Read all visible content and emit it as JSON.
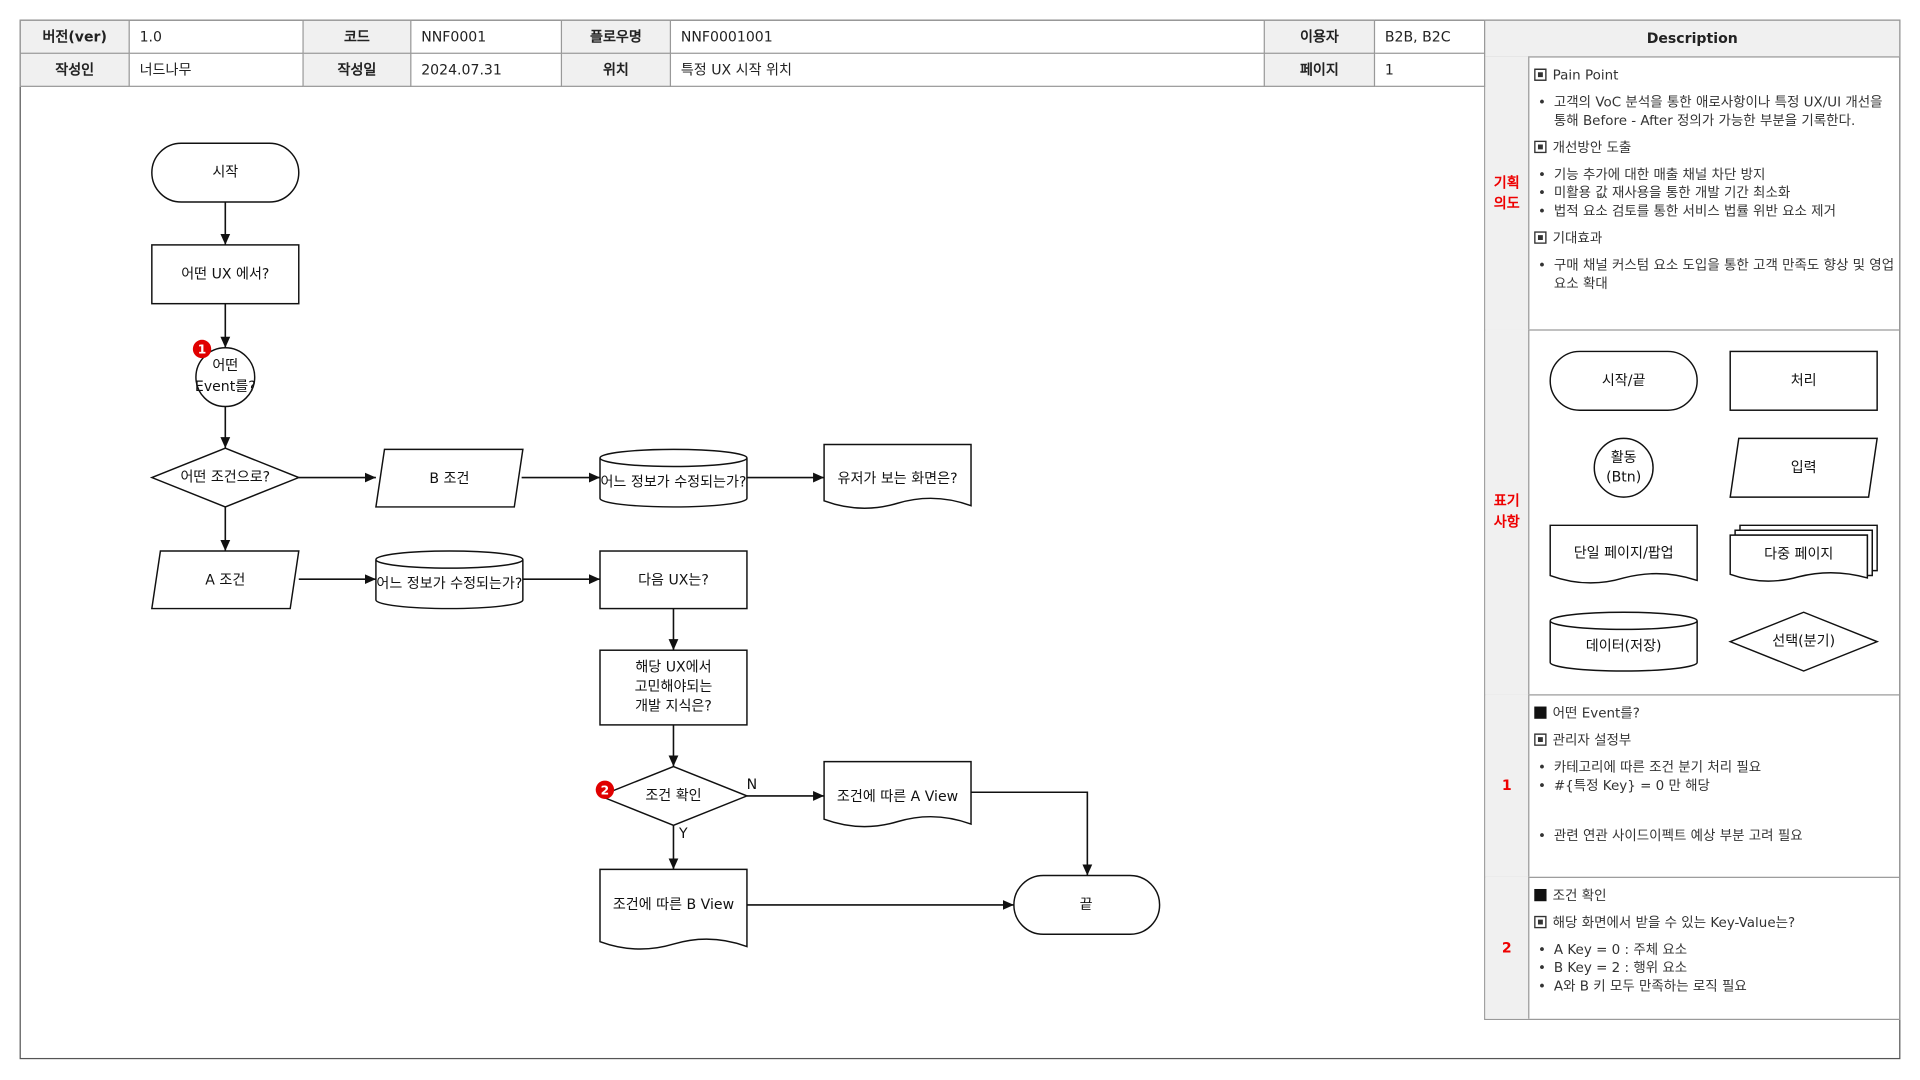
{
  "header": {
    "row1": [
      {
        "k": "버전(ver)",
        "v": "1.0"
      },
      {
        "k": "코드",
        "v": "NNF0001"
      },
      {
        "k": "플로우명",
        "v": "NNF0001001"
      },
      {
        "k": "이용자",
        "v": "B2B, B2C"
      }
    ],
    "row2": [
      {
        "k": "작성인",
        "v": "너드나무"
      },
      {
        "k": "작성일",
        "v": "2024.07.31"
      },
      {
        "k": "위치",
        "v": "특정 UX 시작 위치"
      },
      {
        "k": "페이지",
        "v": "1"
      }
    ]
  },
  "description": {
    "title": "Description",
    "intent": {
      "label1": "기획",
      "label2": "의도",
      "pain": "Pain Point",
      "pain_items": [
        "고객의 VoC 분석을 통한 애로사항이나 특정 UX/UI 개선을 통해 Before - After 정의가 가능한 부분을 기록한다."
      ],
      "improve": "개선방안 도출",
      "improve_items": [
        "기능 추가에 대한 매출 채널 차단 방지",
        "미활용 값 재사용을 통한 개발 기간 최소화",
        "법적 요소 검토를 통한 서비스 법률 위반 요소 제거"
      ],
      "effect": "기대효과",
      "effect_items": [
        "구매 채널 커스텀 요소 도입을 통한 고객 만족도 향상 및 영업 요소 확대"
      ]
    },
    "legend": {
      "label1": "표기",
      "label2": "사항",
      "start_end": "시작/끝",
      "process": "처리",
      "activity1": "활동",
      "activity2": "(Btn)",
      "input": "입력",
      "single_page": "단일 페이지/팝업",
      "multi_page": "다중 페이지",
      "data": "데이터(저장)",
      "choice": "선택(분기)"
    },
    "note1": {
      "label": "1",
      "title": "어떤 Event를?",
      "sub": "관리자 설정부",
      "items": [
        "카테고리에 따른 조건 분기 처리 필요",
        "#{특정 Key} = 0 만 해당"
      ],
      "extra": "관련 연관 사이드이펙트 예상 부분 고려 필요"
    },
    "note2": {
      "label": "2",
      "title": "조건 확인",
      "sub": "해당 화면에서 받을 수 있는 Key-Value는?",
      "items": [
        "A Key = 0 : 주체 요소",
        "B Key = 2 : 행위 요소",
        "A와 B 키 모두 만족하는 로직 필요"
      ]
    }
  },
  "flow": {
    "start": "시작",
    "which_ux": "어떤 UX 에서?",
    "event1": "어떤",
    "event2": "Event를?",
    "condition": "어떤 조건으로?",
    "b_cond": "B 조건",
    "a_cond": "A 조건",
    "data_b": "어느 정보가 수정되는가?",
    "data_a": "어느 정보가 수정되는가?",
    "user_screen": "유저가 보는 화면은?",
    "next_ux": "다음 UX는?",
    "dev1": "해당 UX에서",
    "dev2": "고민해야되는",
    "dev3": "개발 지식은?",
    "check": "조건 확인",
    "n": "N",
    "y": "Y",
    "a_view": "조건에 따른 A View",
    "b_view": "조건에 따른 B View",
    "end": "끝",
    "badge1": "1",
    "badge2": "2",
    "badge_color": "#e00000"
  }
}
